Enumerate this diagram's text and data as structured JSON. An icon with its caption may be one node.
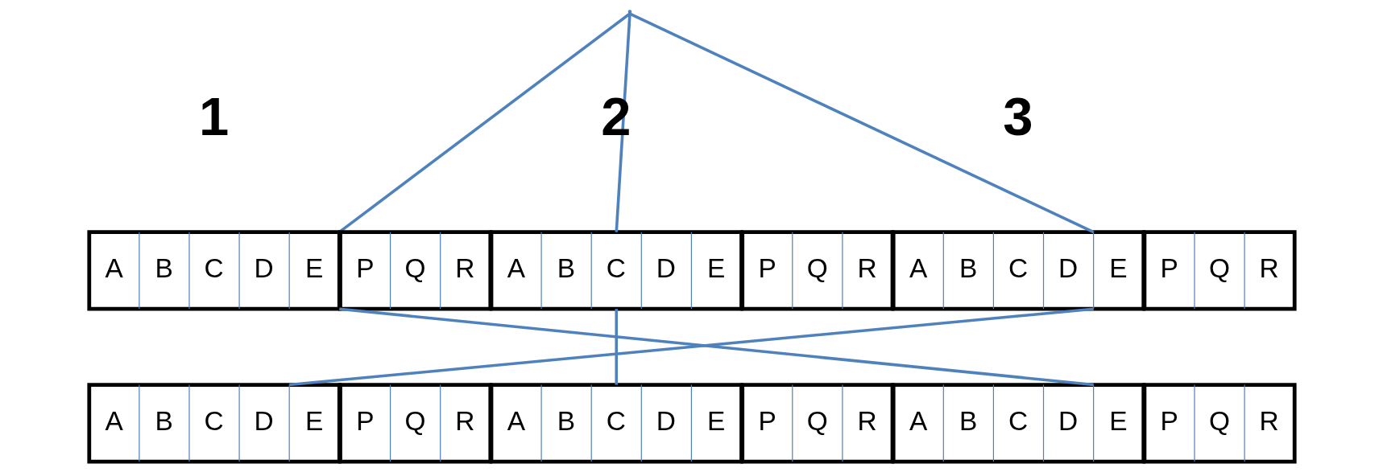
{
  "diagram": {
    "nodes": [
      {
        "text": [],
        "shape": "point"
      },
      {
        "text": [
          "A",
          "B",
          "C",
          "D",
          "E"
        ]
      },
      {
        "text": [
          "P",
          "Q",
          "R"
        ]
      },
      {
        "text": [
          "A",
          "B",
          "C",
          "D",
          "E"
        ]
      },
      {
        "text": [
          "P",
          "Q",
          "R"
        ]
      },
      {
        "text": [
          "A",
          "B",
          "C",
          "D",
          "E"
        ]
      },
      {
        "text": [
          "P",
          "Q",
          "R"
        ]
      },
      {
        "text": [
          "A",
          "B",
          "C",
          "D",
          "E"
        ]
      },
      {
        "text": [
          "P",
          "Q",
          "R"
        ]
      },
      {
        "text": [
          "A",
          "B",
          "C",
          "D",
          "E"
        ]
      },
      {
        "text": [
          "P",
          "Q",
          "R"
        ]
      },
      {
        "text": [
          "A",
          "B",
          "C",
          "D",
          "E"
        ]
      },
      {
        "text": [
          "P",
          "Q",
          "R"
        ]
      }
    ],
    "edges": [
      {
        "from": 0,
        "to": 1,
        "arrow": "none"
      },
      {
        "from": 0,
        "to": 3,
        "arrow": "none"
      },
      {
        "from": 0,
        "to": 5,
        "arrow": "none"
      },
      {
        "from": 1,
        "to": 11,
        "arrow": "none"
      },
      {
        "from": 3,
        "to": 9,
        "arrow": "none"
      },
      {
        "from": 5,
        "to": 7,
        "arrow": "none"
      }
    ],
    "labels": [
      "1",
      "2",
      "3"
    ]
  }
}
